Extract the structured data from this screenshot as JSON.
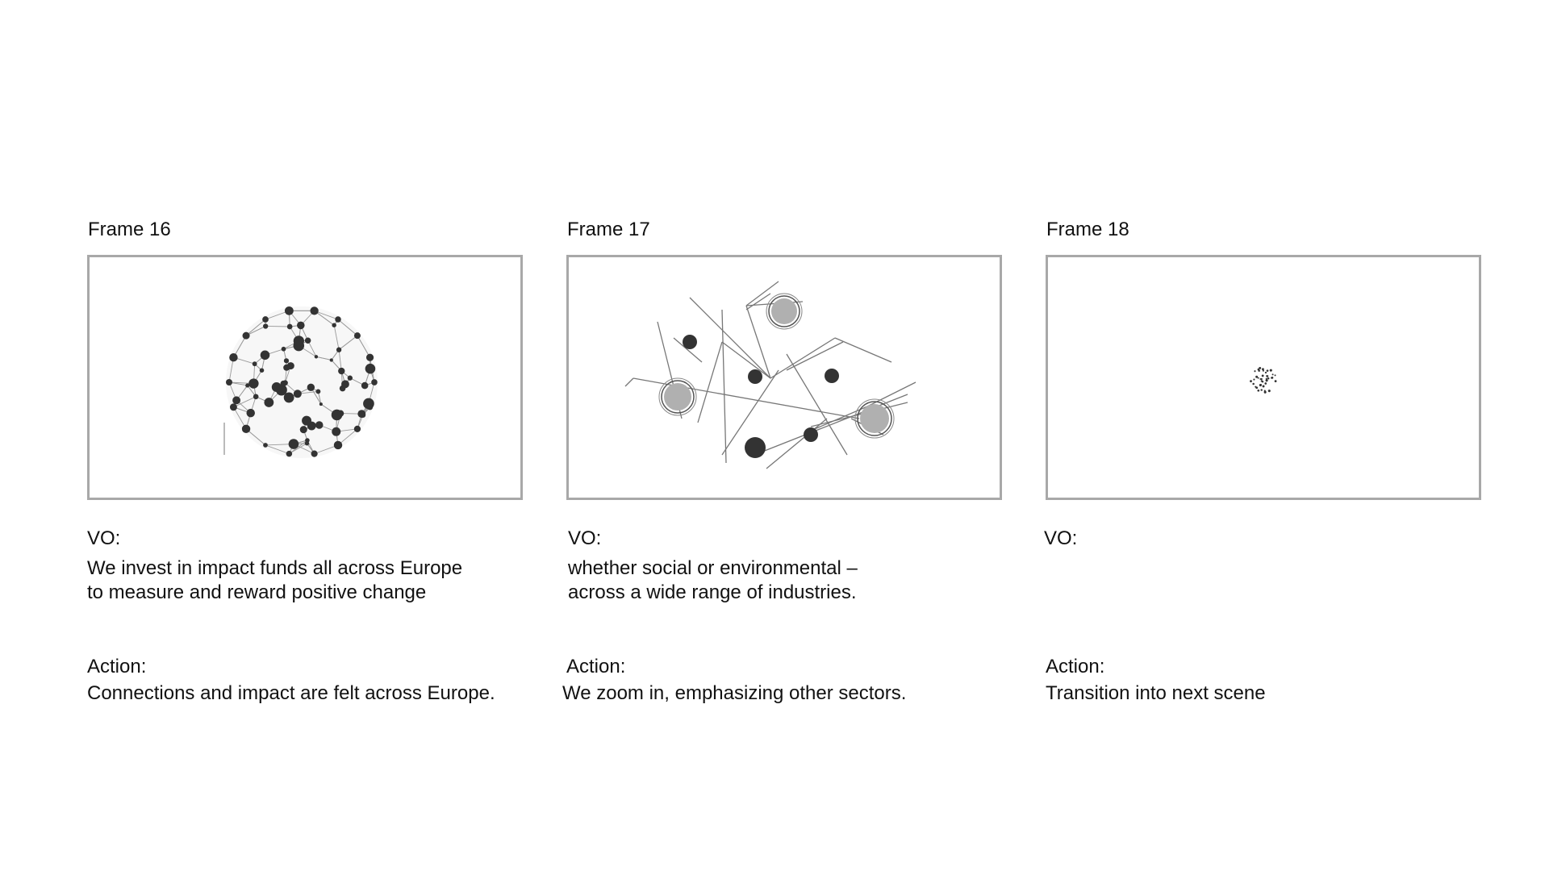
{
  "frames": [
    {
      "title": "Frame 16",
      "vo_label": "VO:",
      "vo_lines": [
        "We invest in impact funds all across Europe",
        "to measure and reward positive change"
      ],
      "action_label": "Action:",
      "action_text": "Connections and impact are felt across Europe.",
      "illustration": "network-globe"
    },
    {
      "title": "Frame 17",
      "vo_label": "VO:",
      "vo_lines": [
        "whether social or environmental –",
        "across a wide range of industries."
      ],
      "action_label": "Action:",
      "action_text": "We zoom in, emphasizing other sectors.",
      "illustration": "zoomed-network"
    },
    {
      "title": "Frame 18",
      "vo_label": "VO:",
      "vo_lines": [
        "",
        ""
      ],
      "action_label": "Action:",
      "action_text": "Transition into next scene",
      "illustration": "tiny-dotted-sphere"
    }
  ],
  "colors": {
    "frame_border": "#a8a8a8",
    "node_dark": "#333333",
    "node_light": "#b0b0b0",
    "line": "#777777"
  }
}
